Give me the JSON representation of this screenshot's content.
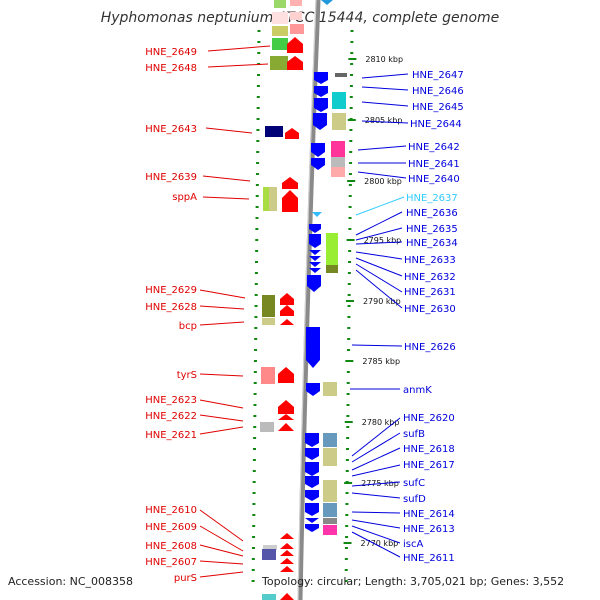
{
  "title": "Hyphomonas neptunium ATCC 15444, complete genome",
  "footer": {
    "accession": "Accession: NC_008358",
    "topology": "Topology: circular; Length: 3,705,021 bp; Genes: 3,552"
  },
  "colors": {
    "label_red": "#e00000",
    "label_blue": "#0000dd",
    "label_cyan": "#33ccff",
    "backbone": "#888888",
    "tick_green": "#118811"
  },
  "kbp_labels": [
    "2810 kbp",
    "2805 kbp",
    "2800 kbp",
    "2795 kbp",
    "2790 kbp",
    "2785 kbp",
    "2780 kbp",
    "2775 kbp",
    "2770 kbp"
  ],
  "left_genes": [
    "HNE_2649",
    "HNE_2648",
    "HNE_2643",
    "HNE_2639",
    "sppA",
    "HNE_2629",
    "HNE_2628",
    "bcp",
    "tyrS",
    "HNE_2623",
    "HNE_2622",
    "HNE_2621",
    "HNE_2610",
    "HNE_2609",
    "HNE_2608",
    "HNE_2607",
    "purS"
  ],
  "right_genes": [
    "HNE_2647",
    "HNE_2646",
    "HNE_2645",
    "HNE_2644",
    "HNE_2642",
    "HNE_2641",
    "HNE_2640",
    "HNE_2637",
    "HNE_2636",
    "HNE_2635",
    "HNE_2634",
    "HNE_2633",
    "HNE_2632",
    "HNE_2631",
    "HNE_2630",
    "HNE_2626",
    "anmK",
    "HNE_2620",
    "sufB",
    "HNE_2618",
    "HNE_2617",
    "sufC",
    "sufD",
    "HNE_2614",
    "HNE_2613",
    "iscA",
    "HNE_2611"
  ]
}
